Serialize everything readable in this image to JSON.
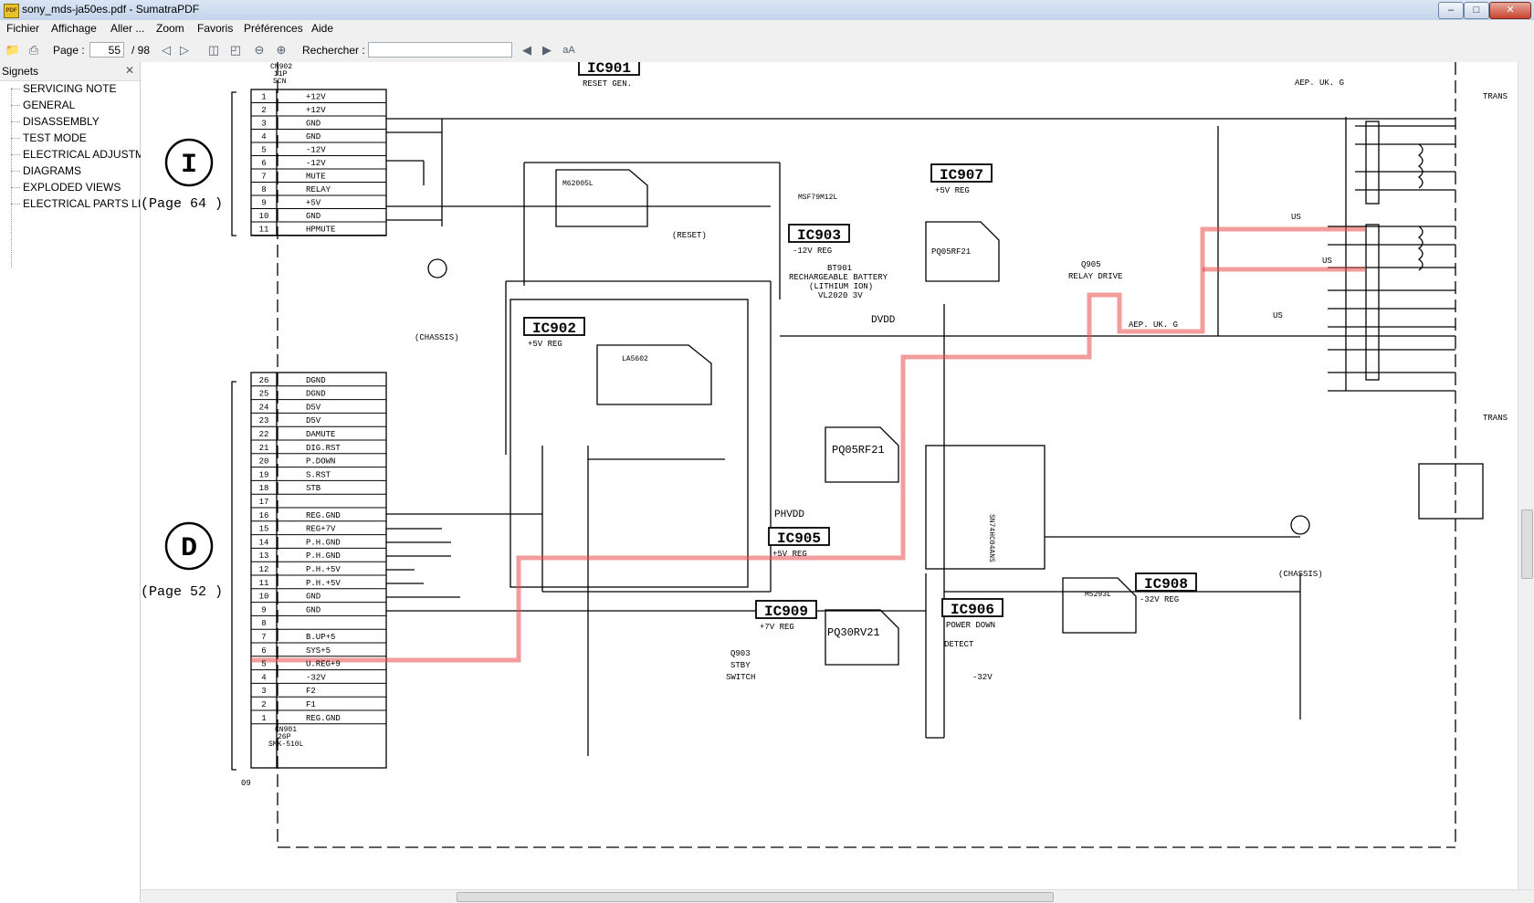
{
  "window": {
    "title": "sony_mds-ja50es.pdf - SumatraPDF",
    "icon": "pdf-app-icon",
    "controls": [
      "minimize",
      "maximize",
      "close"
    ]
  },
  "menu": [
    "Fichier",
    "Affichage",
    "Aller ...",
    "Zoom",
    "Favoris",
    "Préférences",
    "Aide"
  ],
  "toolbar": {
    "page_label": "Page :",
    "page_value": "55",
    "page_total": "/ 98",
    "search_label": "Rechercher :",
    "search_value": ""
  },
  "sidebar": {
    "title": "Signets",
    "items": [
      "SERVICING NOTE",
      "GENERAL",
      "DISASSEMBLY",
      "TEST MODE",
      "ELECTRICAL ADJUSTME",
      "DIAGRAMS",
      "EXPLODED VIEWS",
      "ELECTRICAL PARTS LIST"
    ]
  },
  "schematic": {
    "connector_top": {
      "name": "CN902",
      "sub": "11P",
      "type": "SCN",
      "pins": [
        {
          "n": "1",
          "label": "+12V"
        },
        {
          "n": "2",
          "label": "+12V"
        },
        {
          "n": "3",
          "label": "GND"
        },
        {
          "n": "4",
          "label": "GND"
        },
        {
          "n": "5",
          "label": "-12V"
        },
        {
          "n": "6",
          "label": "-12V"
        },
        {
          "n": "7",
          "label": "MUTE"
        },
        {
          "n": "8",
          "label": "RELAY"
        },
        {
          "n": "9",
          "label": "+5V"
        },
        {
          "n": "10",
          "label": "GND"
        },
        {
          "n": "11",
          "label": "HPMUTE"
        }
      ],
      "ref_letter": "I",
      "ref_page": "(Page 64 )"
    },
    "connector_bottom": {
      "name": "CN901",
      "sub": "26P",
      "type": "SMK-510L",
      "pins": [
        {
          "n": "26",
          "label": "DGND"
        },
        {
          "n": "25",
          "label": "DGND"
        },
        {
          "n": "24",
          "label": "D5V"
        },
        {
          "n": "23",
          "label": "D5V"
        },
        {
          "n": "22",
          "label": "DAMUTE"
        },
        {
          "n": "21",
          "label": "DIG.RST"
        },
        {
          "n": "20",
          "label": "P.DOWN"
        },
        {
          "n": "19",
          "label": "S.RST"
        },
        {
          "n": "18",
          "label": "STB"
        },
        {
          "n": "17",
          "label": ""
        },
        {
          "n": "16",
          "label": "REG.GND"
        },
        {
          "n": "15",
          "label": "REG+7V"
        },
        {
          "n": "14",
          "label": "P.H.GND"
        },
        {
          "n": "13",
          "label": "P.H.GND"
        },
        {
          "n": "12",
          "label": "P.H.+5V"
        },
        {
          "n": "11",
          "label": "P.H.+5V"
        },
        {
          "n": "10",
          "label": "GND"
        },
        {
          "n": "9",
          "label": "GND"
        },
        {
          "n": "8",
          "label": ""
        },
        {
          "n": "7",
          "label": "B.UP+5"
        },
        {
          "n": "6",
          "label": "SYS+5"
        },
        {
          "n": "5",
          "label": "U.REG+9"
        },
        {
          "n": "4",
          "label": "-32V"
        },
        {
          "n": "3",
          "label": "F2"
        },
        {
          "n": "2",
          "label": "F1"
        },
        {
          "n": "1",
          "label": "REG.GND"
        }
      ],
      "ref_letter": "D",
      "ref_page": "(Page 52 )"
    },
    "ic_titles": [
      {
        "id": "IC901",
        "desc": "RESET GEN."
      },
      {
        "id": "IC902",
        "desc": "+5V REG"
      },
      {
        "id": "IC903",
        "desc": "-12V REG"
      },
      {
        "id": "IC905",
        "desc": "+5V REG"
      },
      {
        "id": "IC906",
        "desc": "POWER DOWN"
      },
      {
        "id": "IC907",
        "desc": "+5V REG"
      },
      {
        "id": "IC908",
        "desc": "-32V REG"
      },
      {
        "id": "IC909",
        "desc": "+7V REG"
      }
    ],
    "ic906_desc2": "DETECT",
    "ic_parts": {
      "ic901": "M62005L",
      "ic902": "LA5602",
      "ic903": "MSF79M12L",
      "ic905": "PQ05RF21",
      "ic907": "PQ05RF21",
      "ic908": "M5293L",
      "ic909": "PQ30RV21",
      "ic904": "SN74HC04ANS"
    },
    "labels": {
      "chassis": "(CHASSIS)",
      "battery": "BT901",
      "battery_desc1": "RECHARGEABLE BATTERY",
      "battery_desc2": "(LITHIUM ION)",
      "battery_desc3": "VL2020 3V",
      "dvdd": "DVDD",
      "phvdd": "PHVDD",
      "reset": "(RESET)",
      "q905": "Q905",
      "relay_drive": "RELAY DRIVE",
      "q903": "Q903",
      "stby": "STBY",
      "switch": "SWITCH",
      "aep": "AEP. UK. G",
      "us": "US",
      "trans": "TRANS",
      "neg32": "-32V",
      "page_no": "09"
    },
    "highlight_color": "#e84a4a"
  }
}
